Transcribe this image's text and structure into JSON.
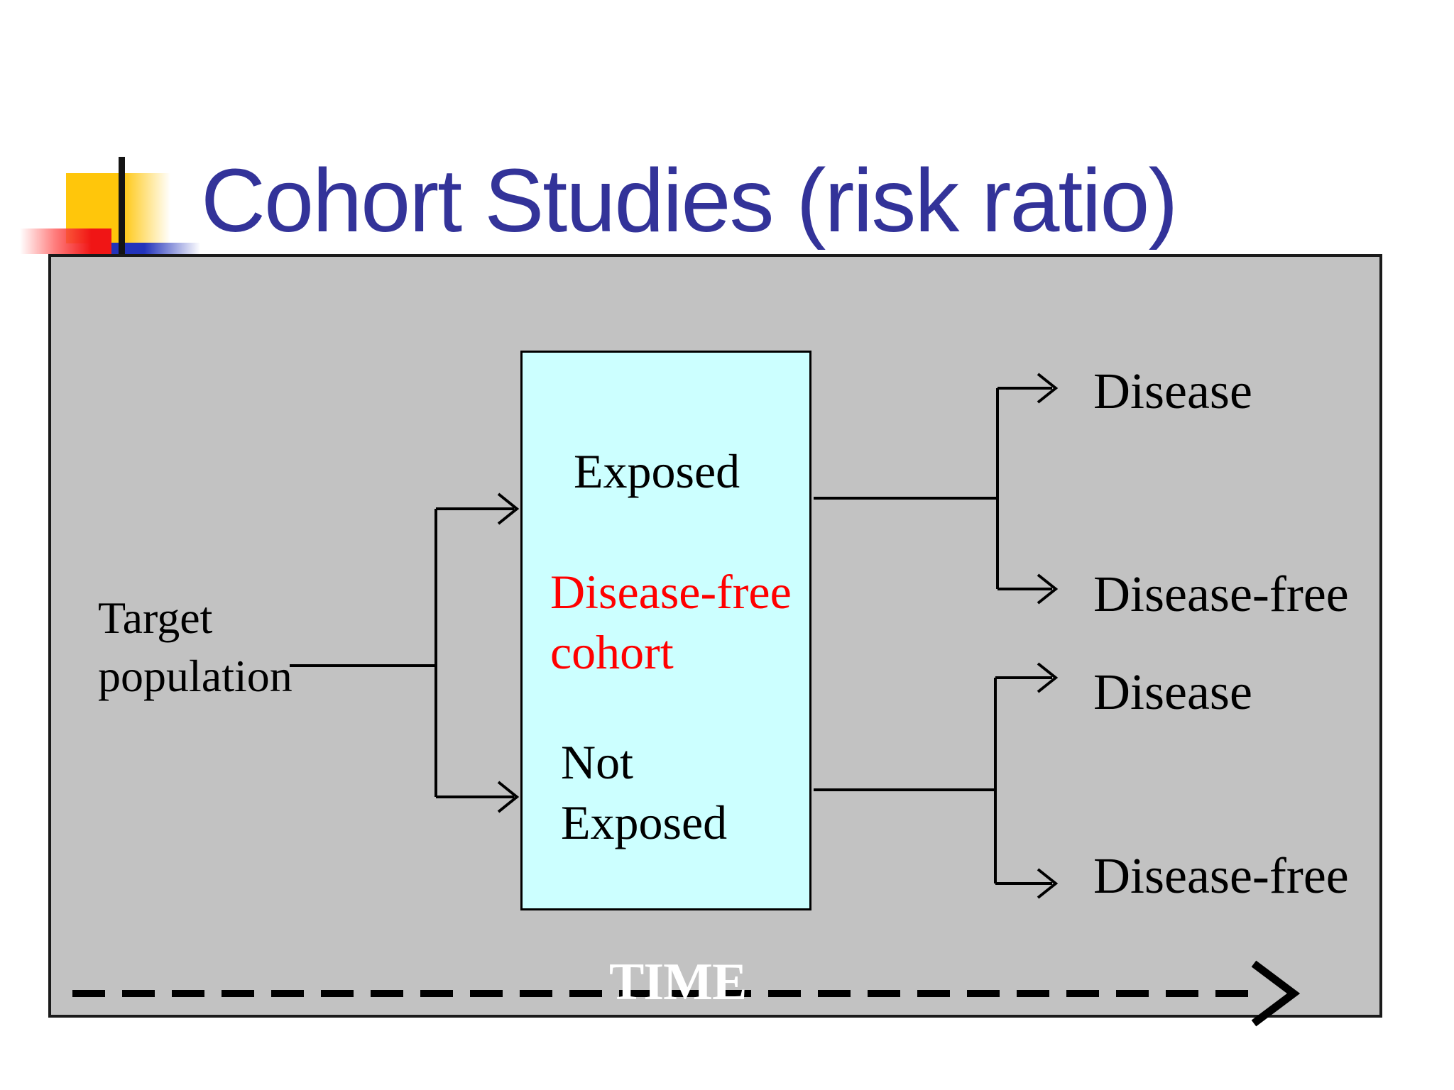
{
  "slide": {
    "title": "Cohort Studies (risk ratio)"
  },
  "diagram": {
    "target": [
      "Target",
      "population"
    ],
    "cohort_box": {
      "exposed": "Exposed",
      "disease_free": [
        "Disease-free",
        "cohort"
      ],
      "not_exposed": [
        "Not",
        "Exposed"
      ]
    },
    "outcomes": [
      "Disease",
      "Disease-free",
      "Disease",
      "Disease-free"
    ],
    "time_label": "TIME"
  },
  "colors": {
    "title_text": "#333399",
    "panel_fill": "#C2C2C2",
    "panel_border": "#1A1A1A",
    "cohort_box_fill": "#CCFFFF",
    "cohort_emphasis_text": "#FF0000",
    "diagram_text": "#000000",
    "time_text": "#FFFFFF",
    "accent_yellow": "#FFC60B",
    "accent_red": "#F01515",
    "accent_blue": "#2233BB",
    "connector_line": "#000000"
  }
}
